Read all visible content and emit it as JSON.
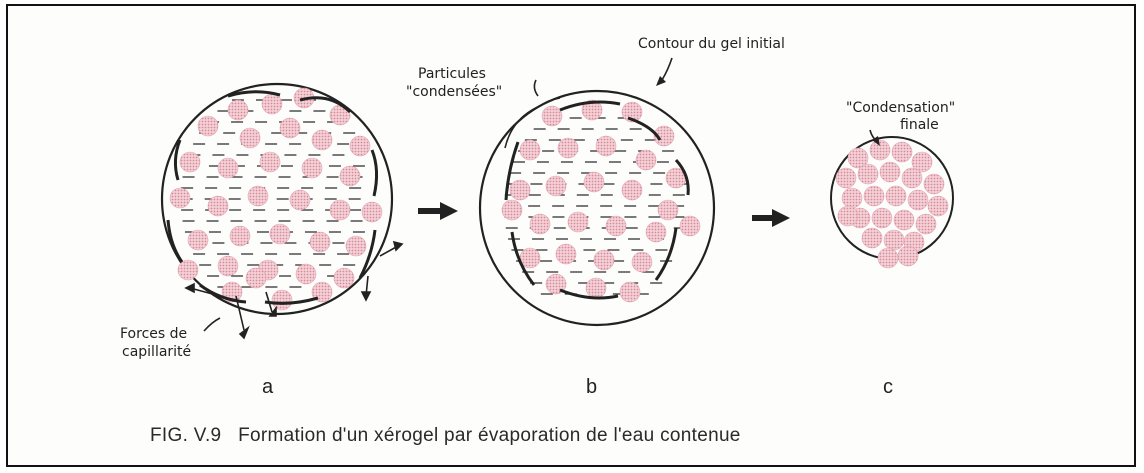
{
  "labels": {
    "particules_line1": "Particules",
    "particules_line2": "\"condensées\"",
    "contour": "Contour du gel initial",
    "condensation_line1": "\"Condensation\"",
    "condensation_line2": "finale",
    "forces_line1": "Forces de",
    "forces_line2": "capillarité"
  },
  "panels": {
    "a": "a",
    "b": "b",
    "c": "c"
  },
  "caption": "FIG. V.9   Formation d'un xérogel par évaporation de l'eau contenue",
  "colors": {
    "particle": "#e6a9b4",
    "ink": "#222222"
  }
}
